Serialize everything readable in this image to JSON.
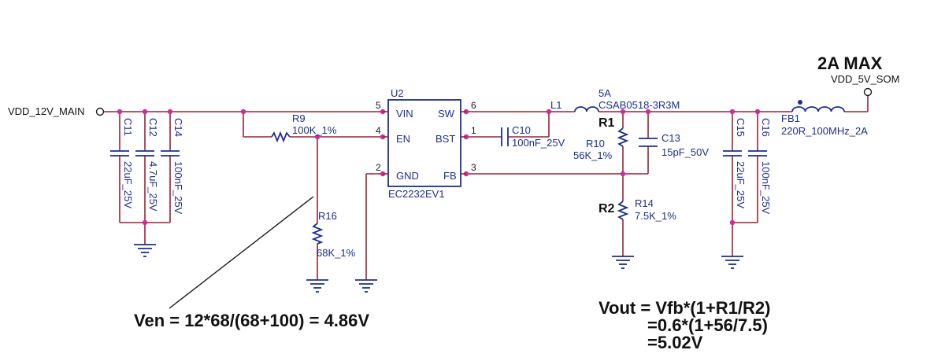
{
  "nets": {
    "input": "VDD_12V_MAIN",
    "output": "VDD_5V_SOM",
    "output_rating": "2A MAX"
  },
  "ic": {
    "ref": "U2",
    "part": "EC2232EV1",
    "pins": {
      "vin": {
        "name": "VIN",
        "num": "5"
      },
      "en": {
        "name": "EN",
        "num": "4"
      },
      "gnd": {
        "name": "GND",
        "num": "2"
      },
      "sw": {
        "name": "SW",
        "num": "6"
      },
      "bst": {
        "name": "BST",
        "num": "1"
      },
      "fb": {
        "name": "FB",
        "num": "3"
      }
    }
  },
  "components": {
    "c11": {
      "ref": "C11",
      "value": "22uF_25V"
    },
    "c12": {
      "ref": "C12",
      "value": "4.7uF_25V"
    },
    "c14": {
      "ref": "C14",
      "value": "100nF_25V"
    },
    "r9": {
      "ref": "R9",
      "value": "100K_1%"
    },
    "r16": {
      "ref": "R16",
      "value": "68K_1%"
    },
    "c10": {
      "ref": "C10",
      "value": "100nF_25V"
    },
    "l1": {
      "ref": "L1",
      "rating": "5A",
      "value": "CSAB0518-3R3M"
    },
    "r10": {
      "ref": "R10",
      "alias": "R1",
      "value": "56K_1%"
    },
    "c13": {
      "ref": "C13",
      "value": "15pF_50V"
    },
    "r14": {
      "ref": "R14",
      "alias": "R2",
      "value": "7.5K_1%"
    },
    "c15": {
      "ref": "C15",
      "value": "22uF_25V"
    },
    "c16": {
      "ref": "C16",
      "value": "100nF_25V"
    },
    "fb1": {
      "ref": "FB1",
      "value": "220R_100MHz_2A"
    }
  },
  "annotations": {
    "ven": "Ven = 12*68/(68+100) = 4.86V",
    "vout_line1": "Vout = Vfb*(1+R1/R2)",
    "vout_line2": "=0.6*(1+56/7.5)",
    "vout_line3": "=5.02V"
  }
}
